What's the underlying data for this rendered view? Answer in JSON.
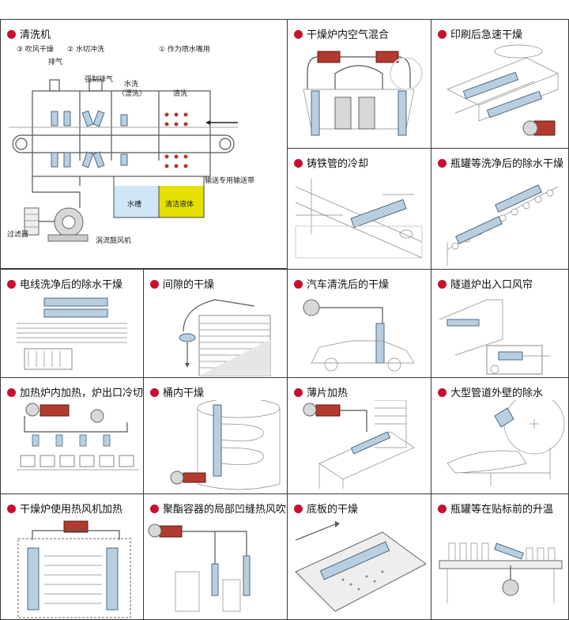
{
  "panels": [
    {
      "id": "p1",
      "title": "清洗机"
    },
    {
      "id": "p2",
      "title": "干燥炉内空气混合"
    },
    {
      "id": "p3",
      "title": "印刷后急速干燥"
    },
    {
      "id": "p4",
      "title": "铸铁管的冷却"
    },
    {
      "id": "p5",
      "title": "瓶罐等洗净后的除水干燥"
    },
    {
      "id": "p6",
      "title": "电线洗净后的除水干燥"
    },
    {
      "id": "p7",
      "title": "间隙的干燥"
    },
    {
      "id": "p8",
      "title": "汽车清洗后的干燥"
    },
    {
      "id": "p9",
      "title": "隧道炉出入口风帘"
    },
    {
      "id": "p10",
      "title": "加热炉内加热，炉出口冷切"
    },
    {
      "id": "p11",
      "title": "桶内干燥"
    },
    {
      "id": "p12",
      "title": "薄片加热"
    },
    {
      "id": "p13",
      "title": "大型管道外壁的除水"
    },
    {
      "id": "p14",
      "title": "干燥炉使用热风机加热"
    },
    {
      "id": "p15",
      "title": "聚酯容器的局部凹缝热风吹干"
    },
    {
      "id": "p16",
      "title": "底板的干燥"
    },
    {
      "id": "p17",
      "title": "瓶罐等在贴标前的升温"
    }
  ],
  "washer_labels": {
    "blow_dry": "③ 吹风干燥",
    "water_cut": "② 水切冲洗",
    "nozzle": "① 作为喷水嘴用",
    "exhaust": "排气",
    "forced_exhaust": "强制排气",
    "rinse": "水洗",
    "rinse_sub": "（漂洗）",
    "clean": "清洗",
    "belt": "输送专用输送带",
    "water_tank": "水槽",
    "detergent": "清洁液体",
    "filter": "过滤器",
    "blower": "涡流鼓风机"
  },
  "colors": {
    "accent_dot": "#c8102e",
    "nozzle_blue": "#b9cfe0",
    "blower_red": "#b23a2e",
    "water_tank": "#cfe6f7",
    "detergent_tank": "#e6e000"
  }
}
